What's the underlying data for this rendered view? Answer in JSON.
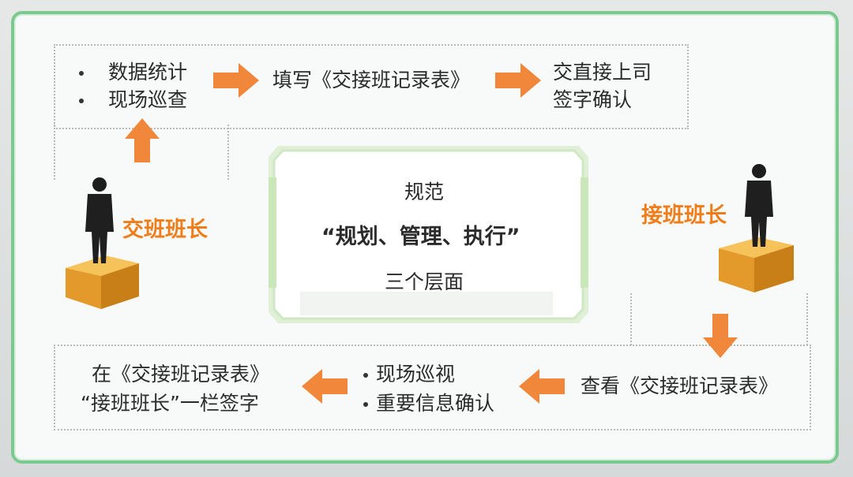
{
  "top_left_items": [
    "数据统计",
    "现场巡查"
  ],
  "top_middle": "填写《交接班记录表》",
  "top_right": [
    "交直接上司",
    "签字确认"
  ],
  "left_role": "交班班长",
  "right_role": "接班班长",
  "center": {
    "line1": "规范",
    "line2": "“规划、管理、执行”",
    "line3": "三个层面"
  },
  "bottom_right": "查看《交接班记录表》",
  "bottom_middle_items": [
    "现场巡视",
    "重要信息确认"
  ],
  "bottom_left": [
    "在《交接班记录表》",
    "“接班班长”一栏签字"
  ],
  "colors": {
    "accent_orange": "#ef7d1a",
    "arrow_orange": "#f0873a",
    "frame_green": "#7cc98f",
    "box_gold": "#e8a23a"
  }
}
